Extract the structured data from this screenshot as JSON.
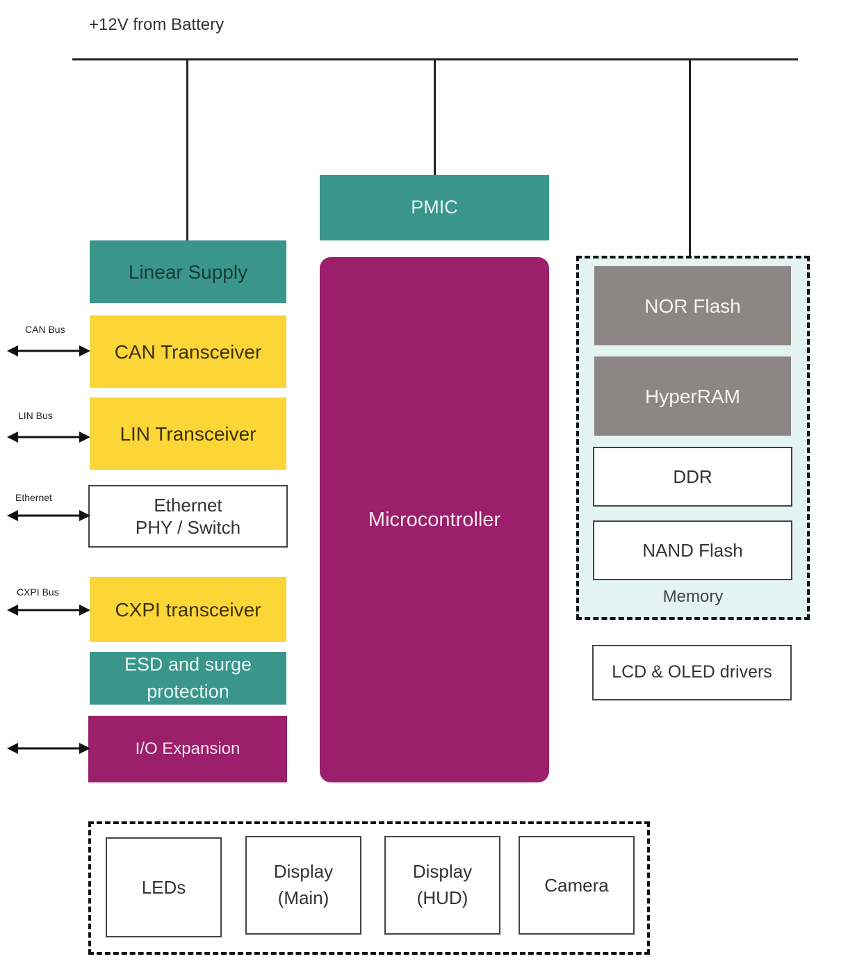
{
  "title": "+12V from Battery",
  "blocks": {
    "pmic": "PMIC",
    "linear_supply": "Linear Supply",
    "can_transceiver": "CAN Transceiver",
    "lin_transceiver": "LIN Transceiver",
    "ethernet_line1": "Ethernet",
    "ethernet_line2": "PHY / Switch",
    "cxpi_transceiver": "CXPI transceiver",
    "esd_line1": "ESD and surge",
    "esd_line2": "protection",
    "io_expansion": "I/O Expansion",
    "microcontroller": "Microcontroller",
    "nor_flash": "NOR Flash",
    "hyperram": "HyperRAM",
    "ddr": "DDR",
    "nand_flash": "NAND Flash",
    "memory_label": "Memory",
    "lcd_oled": "LCD & OLED drivers"
  },
  "bus_labels": {
    "can": "CAN Bus",
    "lin": "LIN Bus",
    "ethernet": "Ethernet",
    "cxpi": "CXPI Bus"
  },
  "peripherals": {
    "leds": "LEDs",
    "display_main_line1": "Display",
    "display_main_line2": "(Main)",
    "display_hud_line1": "Display",
    "display_hud_line2": "(HUD)",
    "camera": "Camera"
  },
  "colors": {
    "teal": "#3a968a",
    "yellow": "#fcd637",
    "magenta": "#9b1f6b",
    "grey": "#8d8685",
    "memory_bg": "#e3f4f2"
  }
}
